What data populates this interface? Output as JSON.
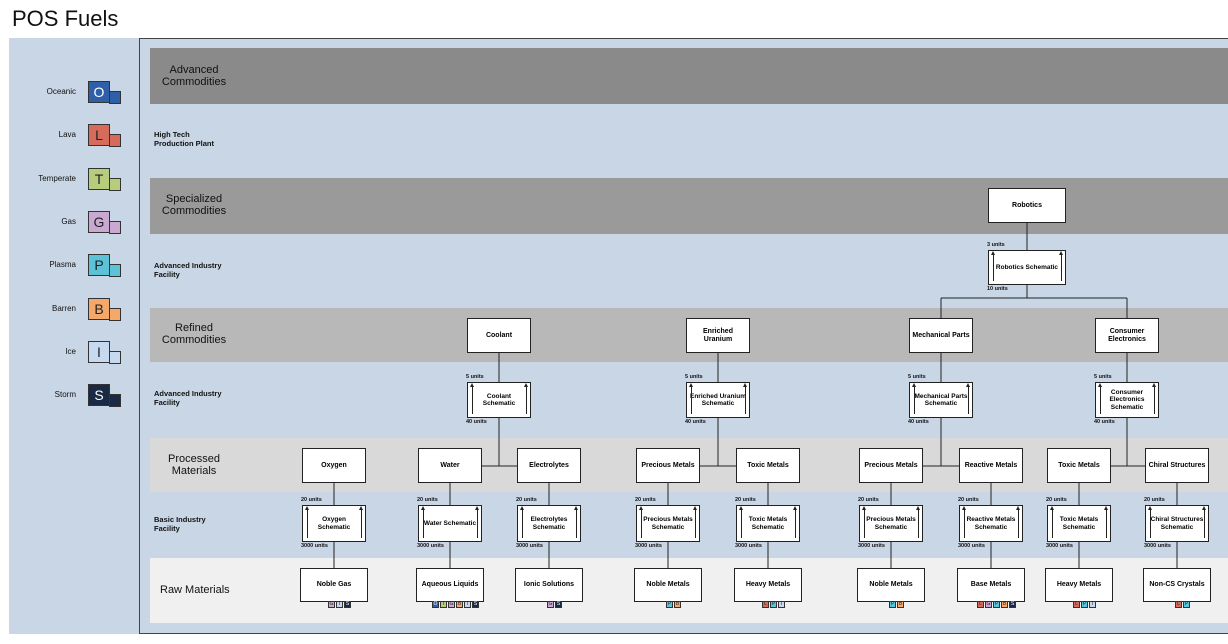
{
  "title": "POS Fuels",
  "planets": [
    {
      "name": "Oceanic",
      "letter": "O",
      "color": "#2f5fa8",
      "text": "#ffffff"
    },
    {
      "name": "Lava",
      "letter": "L",
      "color": "#d66b5c",
      "text": "#222222"
    },
    {
      "name": "Temperate",
      "letter": "T",
      "color": "#b8cc7e",
      "text": "#222222"
    },
    {
      "name": "Gas",
      "letter": "G",
      "color": "#c9a9d2",
      "text": "#222222"
    },
    {
      "name": "Plasma",
      "letter": "P",
      "color": "#5cc2d8",
      "text": "#222222"
    },
    {
      "name": "Barren",
      "letter": "B",
      "color": "#f4a86a",
      "text": "#222222"
    },
    {
      "name": "Ice",
      "letter": "I",
      "color": "#c6d9ef",
      "text": "#222222"
    },
    {
      "name": "Storm",
      "letter": "S",
      "color": "#1a2a44",
      "text": "#ffffff"
    }
  ],
  "bands": {
    "advanced_commodities": "Advanced Commodities",
    "high_tech": "High Tech Production Plant",
    "specialized": "Specialized Commodities",
    "adv_industry_1": "Advanced Industry Facility",
    "refined": "Refined Commodities",
    "adv_industry_2": "Advanced Industry Facility",
    "processed": "Processed Materials",
    "basic_industry": "Basic Industry Facility",
    "raw": "Raw Materials"
  },
  "nodes": {
    "robotics": "Robotics",
    "robotics_schem": "Robotics Schematic",
    "coolant": "Coolant",
    "coolant_schem": "Coolant Schematic",
    "enriched": "Enriched Uranium",
    "enriched_schem": "Enriched Uranium Schematic",
    "mech": "Mechanical Parts",
    "mech_schem": "Mechanical Parts Schematic",
    "consumer": "Consumer Electronics",
    "consumer_schem": "Consumer Electronics Schematic",
    "oxygen": "Oxygen",
    "water": "Water",
    "electrolytes": "Electrolytes",
    "precious1": "Precious Metals",
    "toxic1": "Toxic Metals",
    "precious2": "Precious Metals",
    "reactive": "Reactive Metals",
    "toxic2": "Toxic Metals",
    "chiral": "Chiral Structures",
    "oxygen_schem": "Oxygen Schematic",
    "water_schem": "Water Schematic",
    "electrolytes_schem": "Electrolytes Schematic",
    "precious1_schem": "Precious Metals Schematic",
    "toxic1_schem": "Toxic Metals Schematic",
    "precious2_schem": "Precious Metals Schematic",
    "reactive_schem": "Reactive Metals Schematic",
    "toxic2_schem": "Toxic Metals Schematic",
    "chiral_schem": "Chiral Structures Schematic",
    "noble_gas": "Noble Gas",
    "aqueous": "Aqueous Liquids",
    "ionic": "Ionic Solutions",
    "noble_metals1": "Noble Metals",
    "heavy1": "Heavy Metals",
    "noble_metals2": "Noble Metals",
    "base": "Base Metals",
    "heavy2": "Heavy Metals",
    "noncs": "Non-CS Crystals"
  },
  "units": {
    "u3": "3 units",
    "u10": "10 units",
    "u5": "5 units",
    "u40": "40 units",
    "u20": "20 units",
    "u3000": "3000 units"
  },
  "raw_tags": {
    "noble_gas": [
      "G",
      "I",
      "S"
    ],
    "aqueous": [
      "O",
      "T",
      "G",
      "B",
      "I",
      "S"
    ],
    "ionic": [
      "G",
      "S"
    ],
    "noble_metals1": [
      "P",
      "B"
    ],
    "heavy1": [
      "L",
      "P",
      "I"
    ],
    "noble_metals2": [
      "P",
      "B"
    ],
    "base": [
      "L",
      "G",
      "P",
      "B",
      "S"
    ],
    "heavy2": [
      "L",
      "P",
      "I"
    ],
    "noncs": [
      "L",
      "P"
    ]
  }
}
